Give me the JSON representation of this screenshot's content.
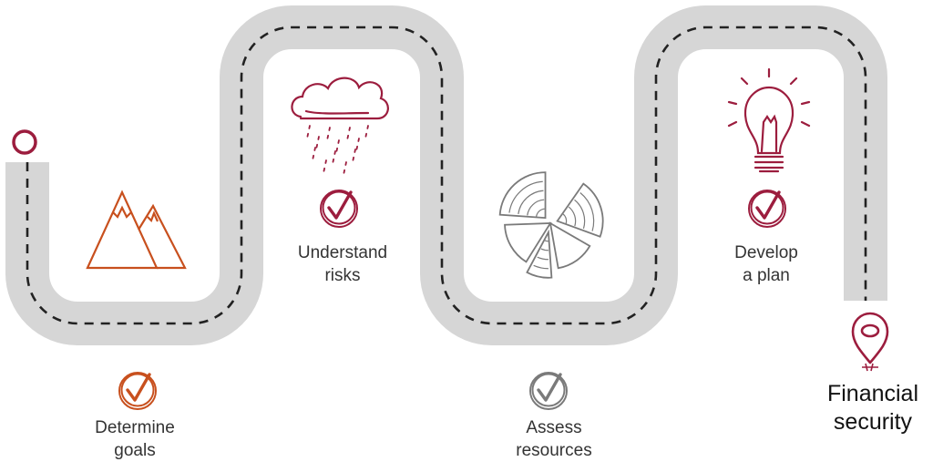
{
  "colors": {
    "road": "#d6d6d6",
    "dash": "#222222",
    "accent": "#9c1d3e",
    "orange": "#c8501e",
    "gray": "#7a7a7a",
    "text": "#333333"
  },
  "steps": [
    {
      "label": "Determine\ngoals",
      "icon": "mountains-icon",
      "check_color": "orange"
    },
    {
      "label": "Understand\nrisks",
      "icon": "rain-cloud-icon",
      "check_color": "accent"
    },
    {
      "label": "Assess\nresources",
      "icon": "pie-chart-icon",
      "check_color": "gray"
    },
    {
      "label": "Develop\na plan",
      "icon": "light-bulb-icon",
      "check_color": "accent"
    }
  ],
  "start_icon": "start-circle-icon",
  "end": {
    "label": "Financial\nsecurity",
    "icon": "location-pin-icon"
  }
}
